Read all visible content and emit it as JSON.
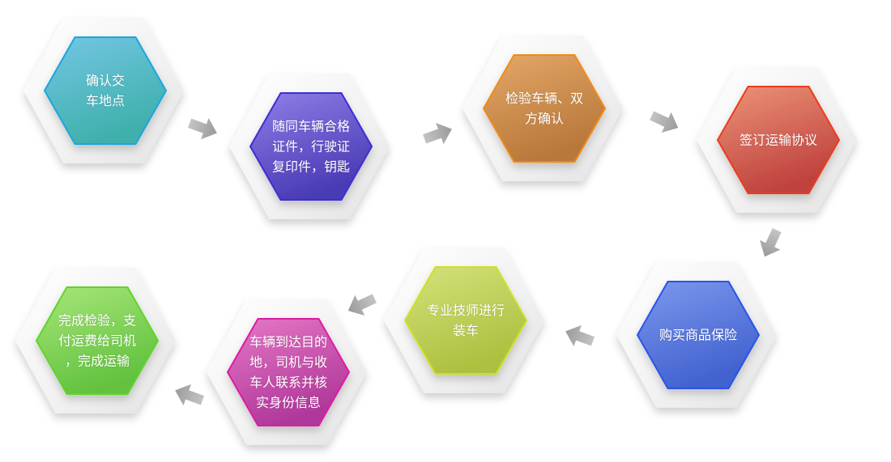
{
  "steps": [
    {
      "label": "确认交车地点",
      "lines": [
        "确认交",
        "车地点"
      ],
      "color_top": "#74c6e4",
      "color_bottom": "#3fb0ac",
      "border": "#1ba6dc"
    },
    {
      "label": "随同车辆合格证件，行驶证复印件，钥匙",
      "lines": [
        "随同车辆合格",
        "证件，行驶证",
        "复印件，钥匙"
      ],
      "color_top": "#8f7fe8",
      "color_bottom": "#4a3bb6",
      "border": "#3a2fd6"
    },
    {
      "label": "检验车辆、双方确认",
      "lines": [
        "检验车辆、双",
        "方确认"
      ],
      "color_top": "#e4a868",
      "color_bottom": "#b8783a",
      "border": "#f08a18"
    },
    {
      "label": "签订运输协议",
      "lines": [
        "签订运输协议"
      ],
      "color_top": "#ec9478",
      "color_bottom": "#c0423e",
      "border": "#ee3a1c"
    },
    {
      "label": "购买商品保险",
      "lines": [
        "购买商品保险"
      ],
      "color_top": "#7c98ec",
      "color_bottom": "#4262d0",
      "border": "#2c52ea"
    },
    {
      "label": "专业技师进行装车",
      "lines": [
        "专业技师进行",
        "装车"
      ],
      "color_top": "#d4e27a",
      "color_bottom": "#adc040",
      "border": "#d0e020"
    },
    {
      "label": "车辆到达目的地，司机与收车人联系并核实身份信息",
      "lines": [
        "车辆到达目的",
        "地，司机与收",
        "车人联系并核",
        "实身份信息"
      ],
      "color_top": "#e678c6",
      "color_bottom": "#b0389a",
      "border": "#dc1ca2"
    },
    {
      "label": "完成检验，支付运费给司机，完成运输",
      "lines": [
        "完成检验，支",
        "付运费给司机",
        "，完成运输"
      ],
      "color_top": "#a8e67a",
      "color_bottom": "#62c23e",
      "border": "#5ed42a"
    }
  ],
  "colors": {
    "arrow": "#a9a9a9",
    "outer_hex": "#f4f4f4"
  }
}
